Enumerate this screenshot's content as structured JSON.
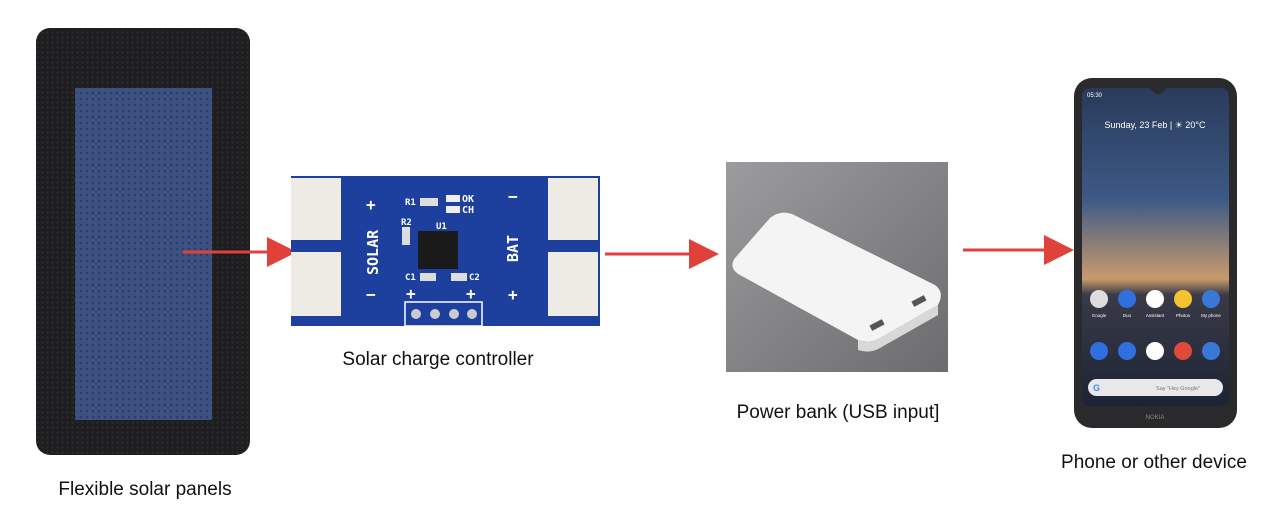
{
  "title": "Solar phone charging setup",
  "colors": {
    "arrow": "#e0413a",
    "pcb": "#1d3f9e",
    "panel": "#1c1c1e",
    "cells": "#3a4e7a"
  },
  "components": [
    {
      "id": "solar-panel",
      "caption": "Flexible solar panels"
    },
    {
      "id": "charge-controller",
      "caption": "Solar charge controller",
      "board_labels": {
        "r1": "R1",
        "ok": "OK",
        "ch": "CH",
        "r2": "R2",
        "u1": "U1",
        "c1": "C1",
        "c2": "C2",
        "solar": "SOLAR",
        "bat": "BAT",
        "plus": "+",
        "minus": "−"
      }
    },
    {
      "id": "power-bank",
      "caption": "Power bank (USB input]"
    },
    {
      "id": "phone",
      "caption": "Phone or other device",
      "screen": {
        "time": "05:30",
        "date_weather": "Sunday, 23 Feb | ☀ 20°C",
        "apps": [
          "Google",
          "Duo",
          "Assistant",
          "Photos",
          "My phone"
        ],
        "search_hint": "Say \"Hey Google\"",
        "brand": "NOKIA"
      }
    }
  ]
}
